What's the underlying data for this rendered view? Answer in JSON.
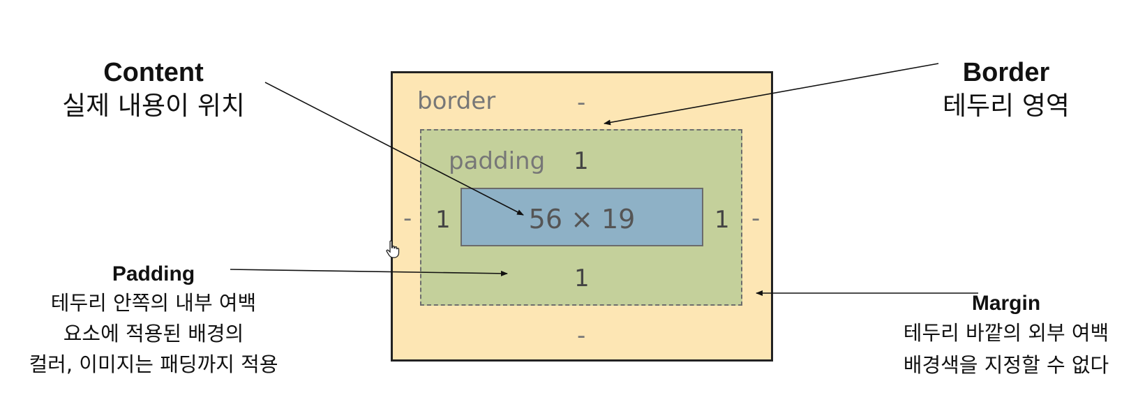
{
  "diagram": {
    "border_box": {
      "label": "border",
      "top_value": "-",
      "bottom_value": "-",
      "left_value": "-",
      "right_value": "-",
      "fill_color": "#fde6b4"
    },
    "padding_box": {
      "label": "padding",
      "top_value": "1",
      "bottom_value": "1",
      "left_value": "1",
      "right_value": "1",
      "fill_color": "#c4d09b"
    },
    "content_box": {
      "size_text": "56 × 19",
      "fill_color": "#8eb1c6"
    }
  },
  "annotations": {
    "content": {
      "title": "Content",
      "lines": [
        "실제 내용이 위치"
      ]
    },
    "border": {
      "title": "Border",
      "lines": [
        "테두리 영역"
      ]
    },
    "padding": {
      "title": "Padding",
      "lines": [
        "테두리 안쪽의 내부 여백",
        "요소에 적용된 배경의",
        "컬러, 이미지는 패딩까지 적용"
      ]
    },
    "margin": {
      "title": "Margin",
      "lines": [
        "테두리 바깥의 외부 여백",
        "배경색을 지정할 수 없다"
      ]
    }
  },
  "icons": [
    "hand-cursor-icon"
  ]
}
